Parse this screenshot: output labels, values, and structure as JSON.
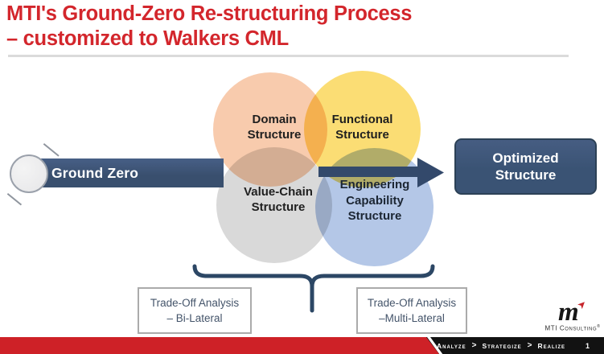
{
  "header": {
    "title_line1": "MTI's Ground-Zero Re-structuring Process",
    "title_line2": "– customized to Walkers CML"
  },
  "process": {
    "ground_zero_label": "Ground Zero",
    "optimized_label": "Optimized\nStructure"
  },
  "venn": {
    "domain": "Domain\nStructure",
    "functional": "Functional\nStructure",
    "value_chain": "Value-Chain\nStructure",
    "engineering": "Engineering\nCapability\nStructure"
  },
  "tradeoff": {
    "bilateral": "Trade-Off Analysis\n– Bi-Lateral",
    "multilateral": "Trade-Off Analysis\n–Multi-Lateral"
  },
  "footer": {
    "steps": [
      "Analyze",
      "Strategize",
      "Realize"
    ],
    "separator": ">",
    "page": "1"
  },
  "logo": {
    "mark": "m",
    "arrow_glyph": "➤",
    "name": "MTI Consulting",
    "reg": "®"
  },
  "colors": {
    "title_red": "#D3262C",
    "navy": "#394F6E",
    "circle_domain": "#F8CBAD",
    "circle_functional": "#FBDD74",
    "circle_value_chain": "#D9D9D9",
    "circle_engineering": "#B4C7E7",
    "footer_red": "#CE2127",
    "footer_black": "#121212"
  }
}
